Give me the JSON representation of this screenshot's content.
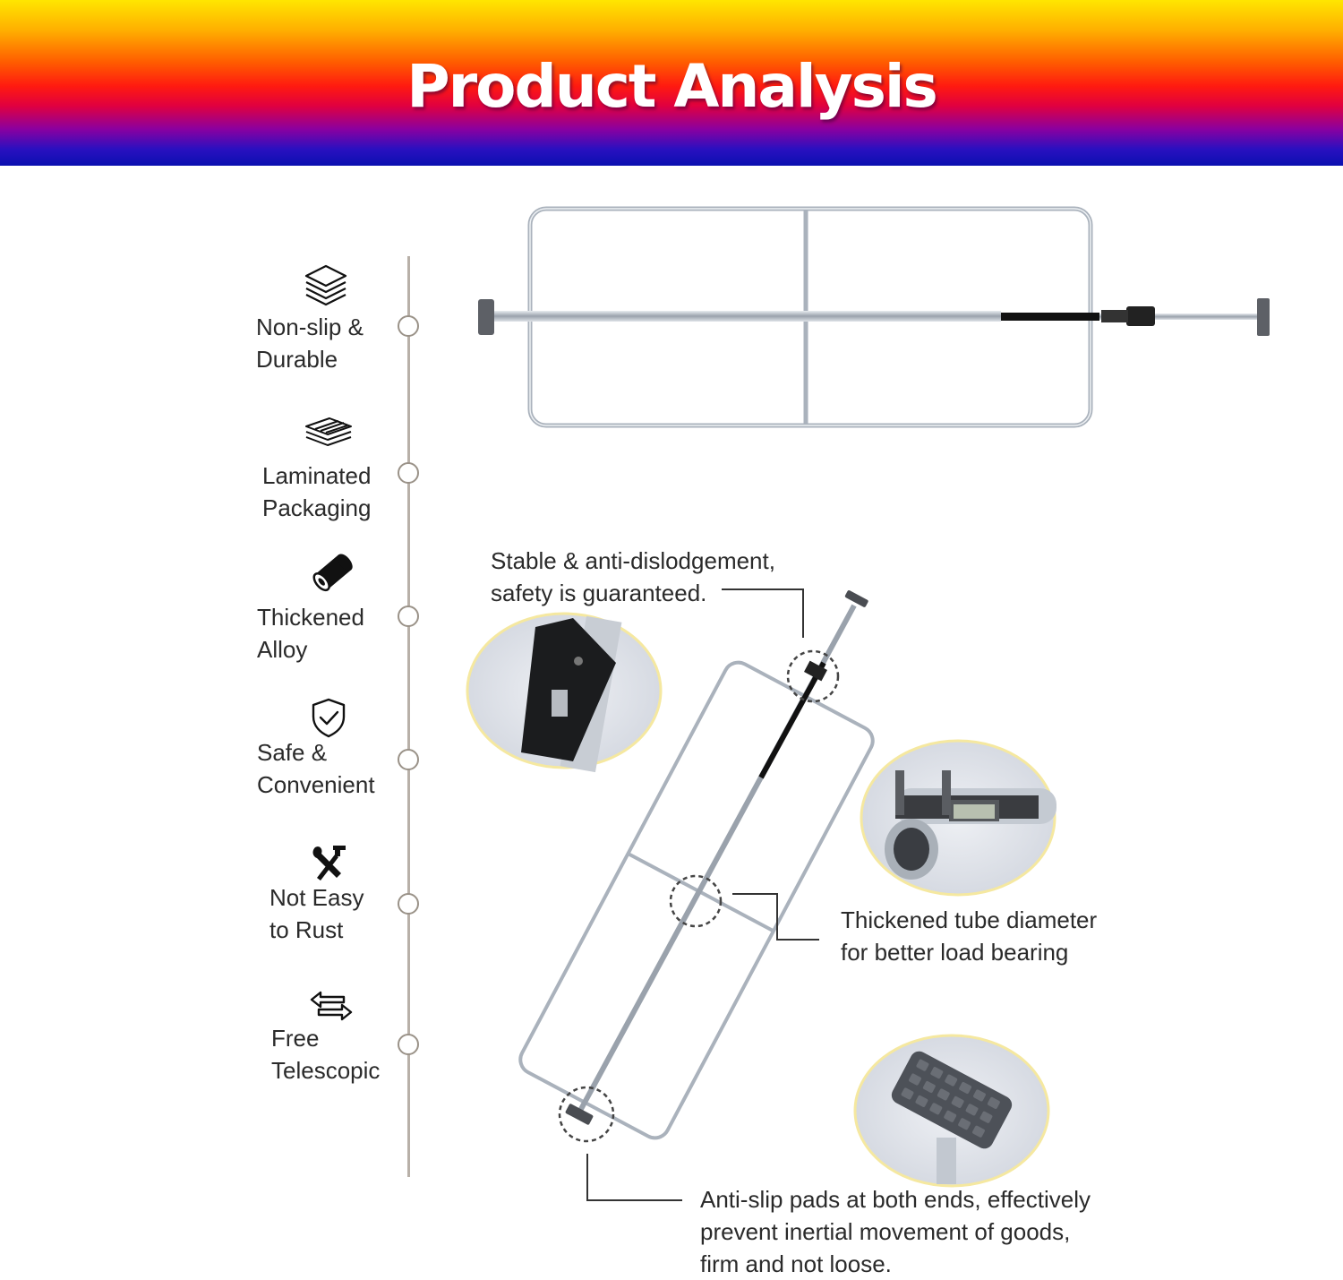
{
  "header": {
    "title": "Product Analysis"
  },
  "features": [
    {
      "icon": "layers-icon",
      "line1": "Non-slip &",
      "line2": "Durable"
    },
    {
      "icon": "laminated-sheets-icon",
      "line1": "Laminated",
      "line2": "Packaging"
    },
    {
      "icon": "tube-icon",
      "line1": "Thickened",
      "line2": "Alloy"
    },
    {
      "icon": "shield-check-icon",
      "line1": "Safe &",
      "line2": "Convenient"
    },
    {
      "icon": "tools-icon",
      "line1": "Not Easy",
      "line2": "to Rust"
    },
    {
      "icon": "telescopic-arrows-icon",
      "line1": "Free",
      "line2": "Telescopic"
    }
  ],
  "callouts": {
    "stable": {
      "line1": "Stable & anti-dislodgement,",
      "line2": "safety is guaranteed."
    },
    "tube": {
      "line1": "Thickened tube diameter",
      "line2": "for better load bearing"
    },
    "pads": {
      "line1": "Anti-slip pads at both ends, effectively",
      "line2": "prevent inertial movement of goods,",
      "line3": "firm and not loose."
    }
  },
  "colors": {
    "banner_top": "#ffe600",
    "banner_mid": "#ff1a10",
    "banner_bottom": "#0a10b0",
    "timeline": "#b8b0a8",
    "metal": "#b8c0c8"
  }
}
